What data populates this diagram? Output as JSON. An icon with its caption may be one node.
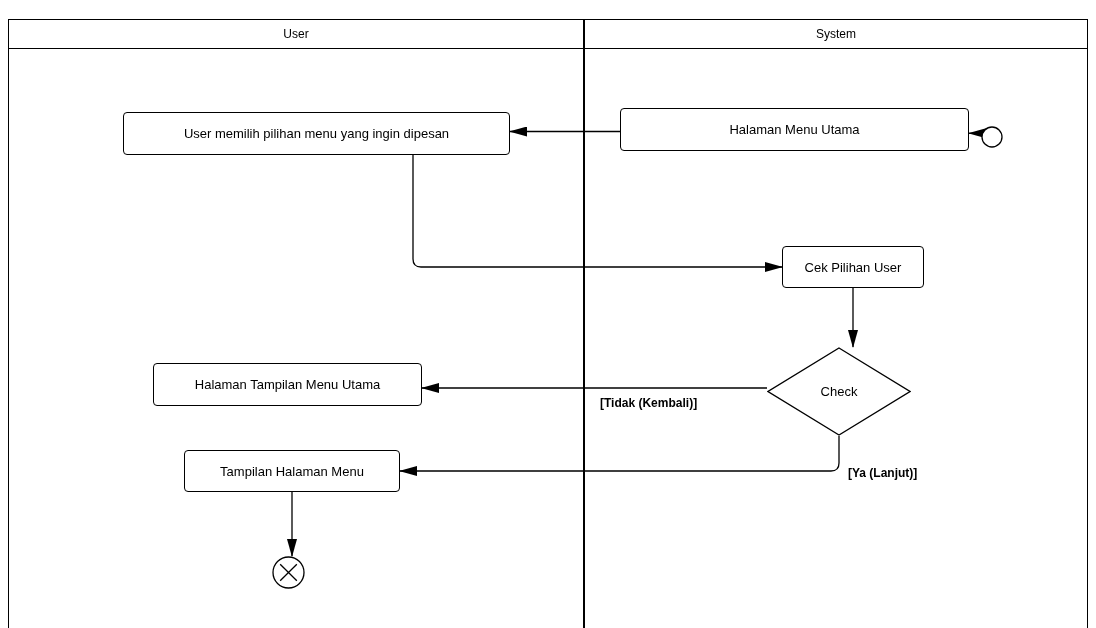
{
  "diagram": {
    "nodes": [
      {
        "text": [
          "User"
        ]
      },
      {
        "text": [
          "System"
        ]
      },
      {
        "text": [],
        "shape": "circle",
        "in": 1
      },
      {
        "text": [
          "Halaman Menu Utama"
        ],
        "in": 1
      },
      {
        "text": [
          "User memilih pilihan menu yang ingin dipesan"
        ],
        "in": 0
      },
      {
        "text": [
          "Cek Pilihan User"
        ],
        "in": 1
      },
      {
        "text": [
          "Check"
        ],
        "in": 1
      },
      {
        "text": [
          "Halaman Tampilan Menu Utama"
        ],
        "in": 0
      },
      {
        "text": [
          "Tampilan Halaman Menu"
        ],
        "in": 0
      },
      {
        "text": [],
        "shape": "circle",
        "in": 0
      }
    ],
    "edges": [
      {
        "from": 2,
        "to": 3,
        "arrow": "to"
      },
      {
        "from": 3,
        "to": 4,
        "arrow": "to"
      },
      {
        "from": 4,
        "to": 5,
        "arrow": "to"
      },
      {
        "from": 5,
        "to": 6,
        "arrow": "to"
      },
      {
        "from": 6,
        "to": 7,
        "arrow": "to",
        "label": "[Tidak (Kembali)]"
      },
      {
        "from": 6,
        "to": 8,
        "arrow": "to",
        "label": "[Ya (Lanjut)]"
      },
      {
        "from": 8,
        "to": 9,
        "arrow": "to"
      }
    ]
  }
}
